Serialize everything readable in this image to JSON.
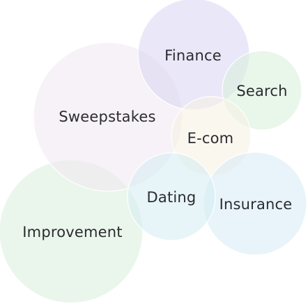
{
  "bubbles": [
    {
      "id": "finance",
      "label": "Finance",
      "color": "#d8d6f3"
    },
    {
      "id": "search",
      "label": "Search",
      "color": "#d7efd9"
    },
    {
      "id": "sweepstakes",
      "label": "Sweepstakes",
      "color": "#f0e7f1"
    },
    {
      "id": "ecom",
      "label": "E-com",
      "color": "#f6f1e2"
    },
    {
      "id": "dating",
      "label": "Dating",
      "color": "#d3ecf3"
    },
    {
      "id": "insurance",
      "label": "Insurance",
      "color": "#d6ebf5"
    },
    {
      "id": "improvement",
      "label": "Improvement",
      "color": "#d9eedb"
    }
  ]
}
